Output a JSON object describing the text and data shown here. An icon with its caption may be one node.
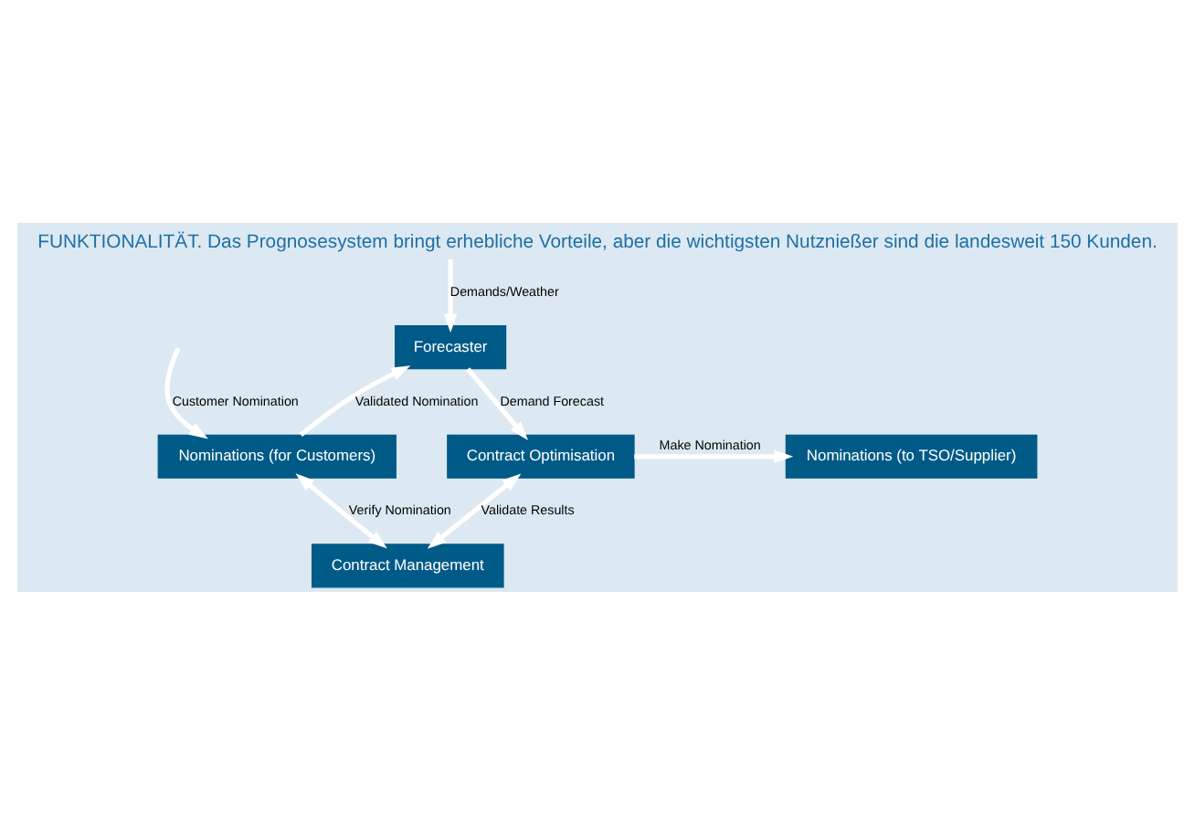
{
  "diagram": {
    "caption": "FUNKTIONALITÄT. Das Prognosesystem bringt erhebliche Vorteile, aber die wichtigsten Nutznießer sind die landesweit 150 Kunden.",
    "nodes": [
      {
        "text": [
          "Forecaster"
        ]
      },
      {
        "text": [
          "Nominations (for Customers)"
        ]
      },
      {
        "text": [
          "Contract Optimisation"
        ]
      },
      {
        "text": [
          "Nominations (to TSO/Supplier)"
        ]
      },
      {
        "text": [
          "Contract Management"
        ]
      }
    ],
    "edges": [
      {
        "from": null,
        "to": 0,
        "arrow": "to",
        "label": "Demands/Weather"
      },
      {
        "from": 1,
        "to": 0,
        "arrow": "to",
        "label": "Validated Nomination"
      },
      {
        "from": 0,
        "to": 2,
        "arrow": "to",
        "label": "Demand Forecast"
      },
      {
        "from": null,
        "to": 1,
        "arrow": "to",
        "label": "Customer Nomination"
      },
      {
        "from": 2,
        "to": 3,
        "arrow": "to",
        "label": "Make Nomination"
      },
      {
        "from": 2,
        "to": 4,
        "arrow": "both",
        "label": "Validate Results"
      },
      {
        "from": 4,
        "to": 1,
        "arrow": "both",
        "label": "Verify Nomination"
      }
    ]
  }
}
